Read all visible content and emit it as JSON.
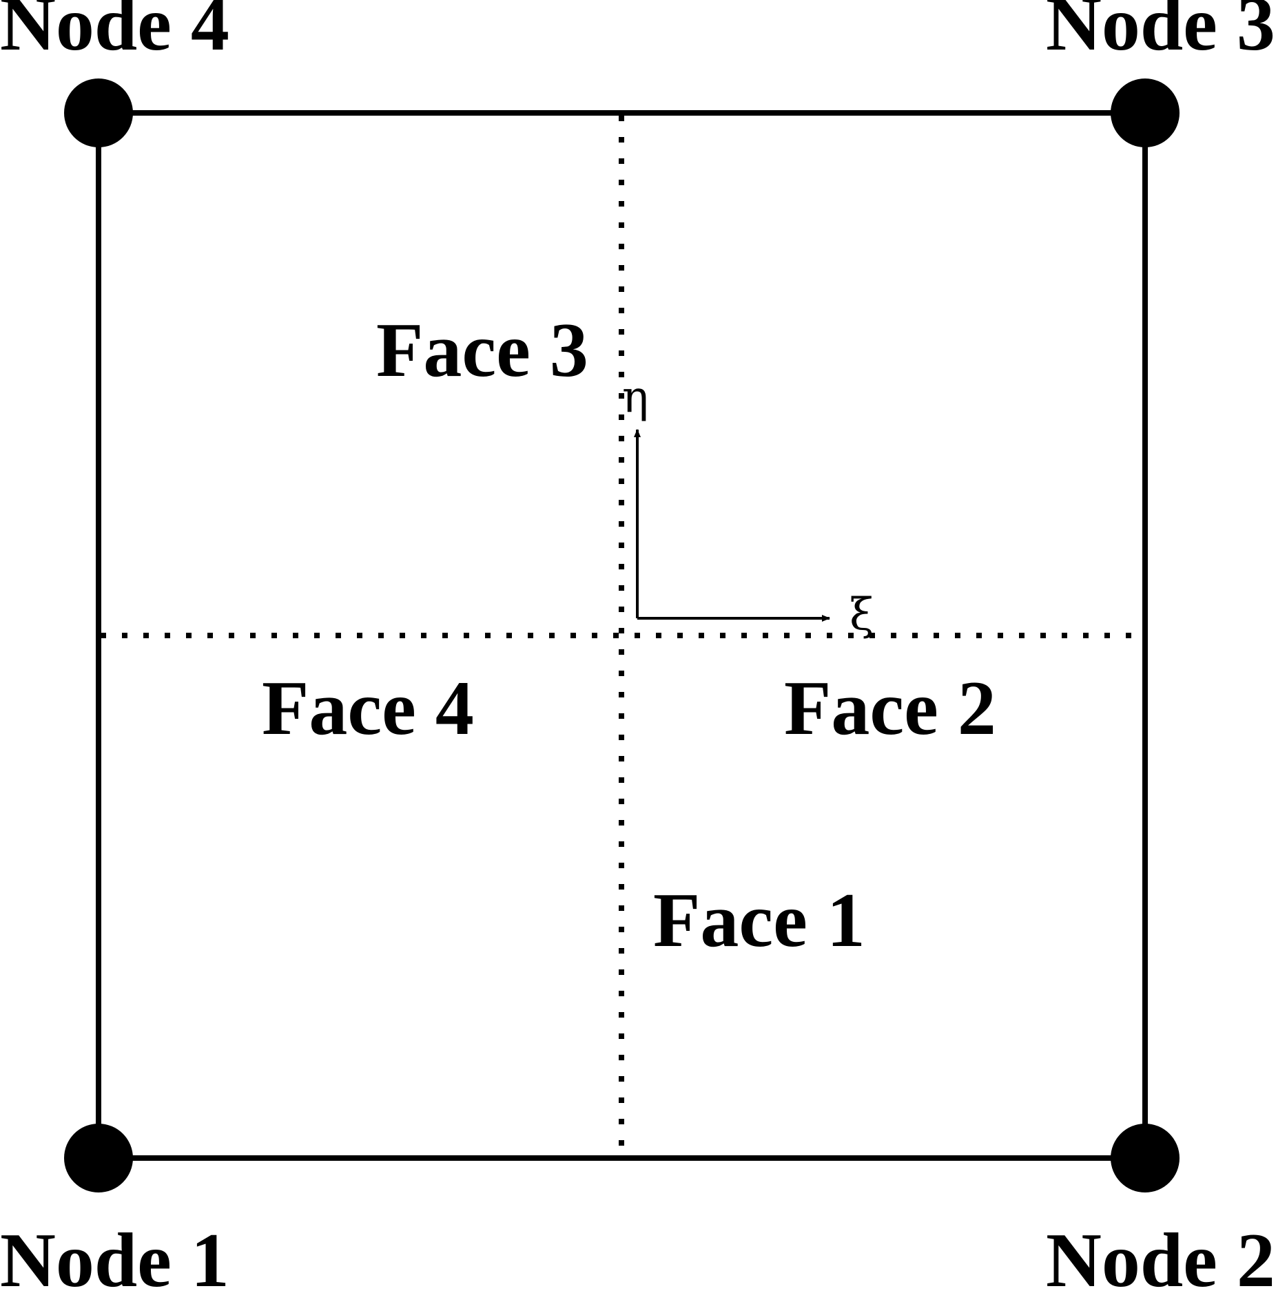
{
  "colors": {
    "stroke": "#000000",
    "node_fill": "#000000",
    "background": "#ffffff"
  },
  "nodes": [
    {
      "id": "node-1",
      "label": "Node 1"
    },
    {
      "id": "node-2",
      "label": "Node 2"
    },
    {
      "id": "node-3",
      "label": "Node 3"
    },
    {
      "id": "node-4",
      "label": "Node 4"
    }
  ],
  "faces": [
    {
      "id": "face-1",
      "label": "Face 1"
    },
    {
      "id": "face-2",
      "label": "Face 2"
    },
    {
      "id": "face-3",
      "label": "Face 3"
    },
    {
      "id": "face-4",
      "label": "Face 4"
    }
  ],
  "axes": {
    "xi_label": "ξ",
    "eta_label": "η"
  }
}
